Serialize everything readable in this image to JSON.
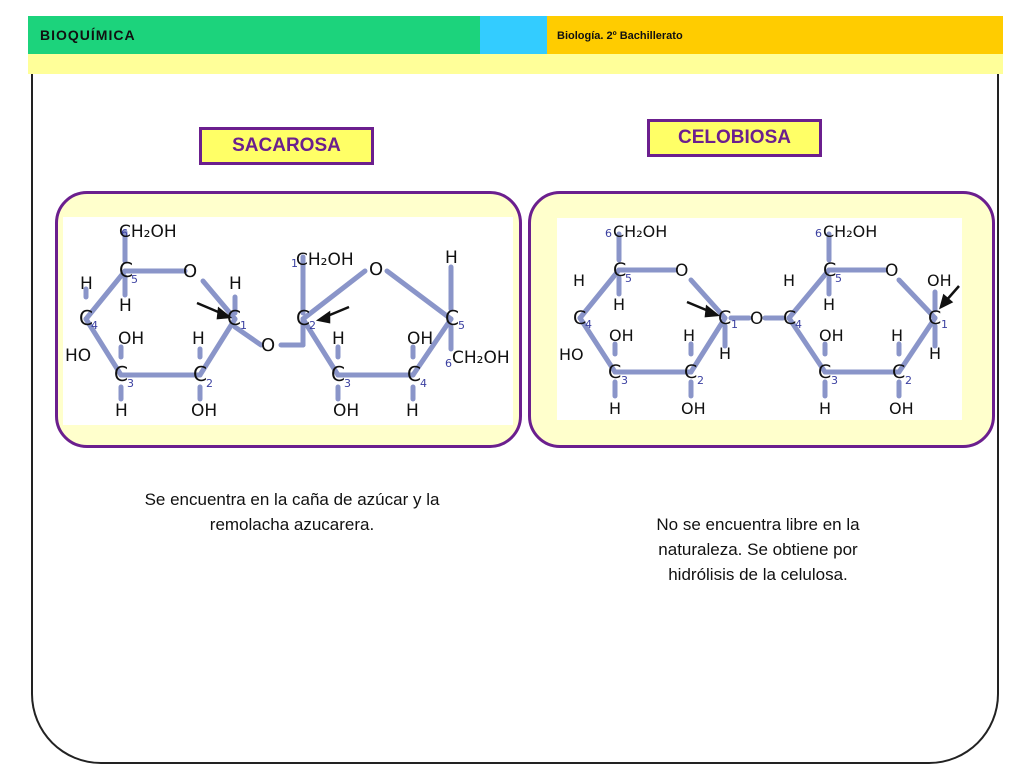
{
  "header": {
    "title": "BIOQUÍMICA",
    "subtitle": "Biología. 2º Bachillerato"
  },
  "sacarosa": {
    "label": "SACAROSA",
    "description": "Se encuentra en la caña de azúcar y la remolacha azucarera.",
    "atoms": {
      "c6_num": "6",
      "ch2oh": "CH₂OH",
      "c": "C",
      "o": "O",
      "h": "H",
      "oh": "OH",
      "ho": "HO",
      "n1": "1",
      "n2": "2",
      "n3": "3",
      "n4": "4",
      "n5": "5",
      "n6": "6"
    }
  },
  "celobiosa": {
    "label": "CELOBIOSA",
    "description": "No se encuentra libre en la naturaleza. Se obtiene por hidrólisis de la celulosa.",
    "atoms": {
      "ch2oh": "CH₂OH",
      "c": "C",
      "o": "O",
      "h": "H",
      "oh": "OH",
      "ho": "HO",
      "n1": "1",
      "n2": "2",
      "n3": "3",
      "n4": "4",
      "n5": "5",
      "n6": "6"
    }
  },
  "colors": {
    "header_green": "#1cd37c",
    "header_cyan": "#33ccff",
    "header_yellow": "#ffcc00",
    "accent_purple": "#6b1f8e",
    "bond_blue": "#8a95c9"
  }
}
